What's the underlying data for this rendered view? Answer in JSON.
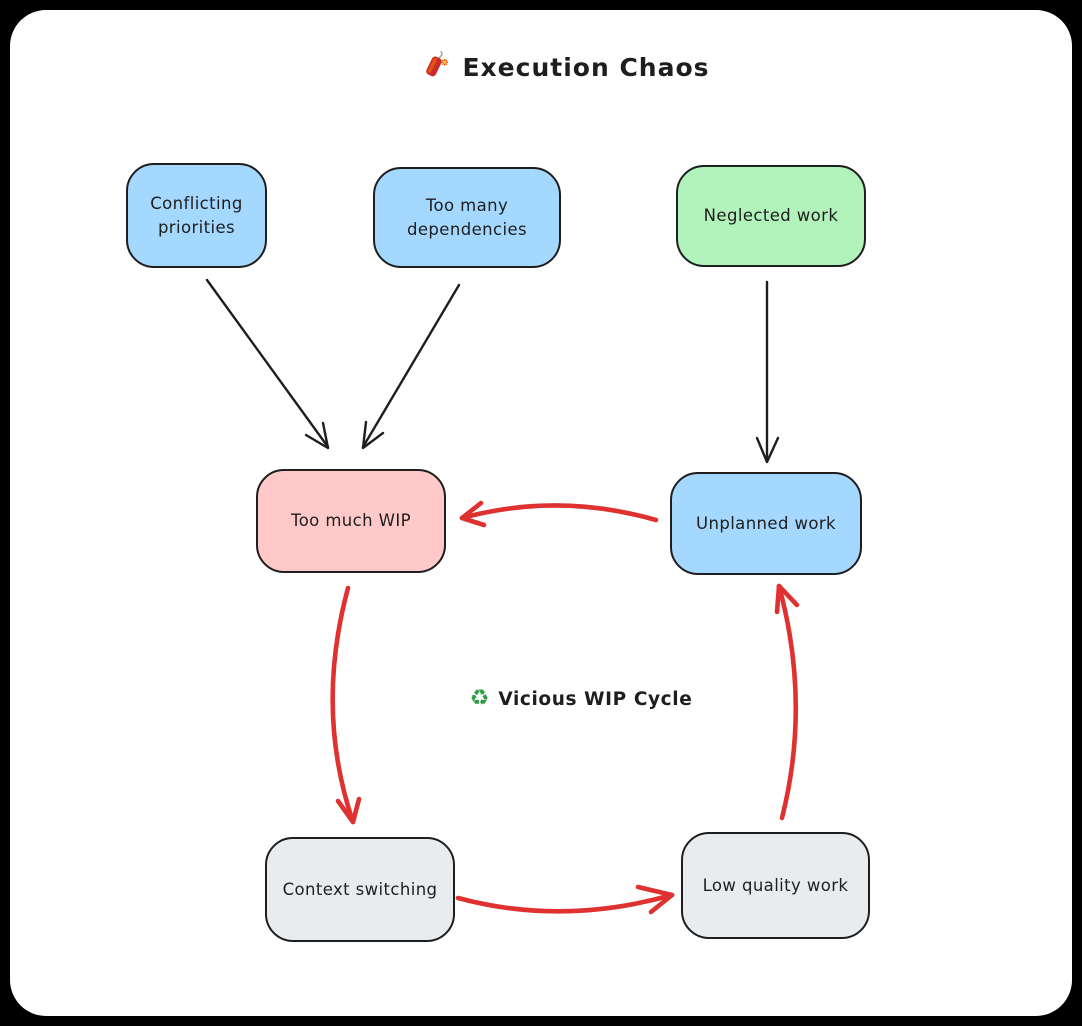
{
  "title": {
    "icon": "firecracker-emoji",
    "text": "Execution Chaos"
  },
  "diagram": {
    "cycle_label": {
      "icon": "recycle-emoji",
      "icon_char": "♻",
      "text": "Vicious WIP Cycle"
    },
    "nodes": [
      {
        "id": "conflicting-priorities",
        "label": "Conflicting priorities",
        "fill": "#a5d8ff"
      },
      {
        "id": "too-many-dependencies",
        "label": "Too many dependencies",
        "fill": "#a5d8ff"
      },
      {
        "id": "neglected-work",
        "label": "Neglected work",
        "fill": "#b2f2bb"
      },
      {
        "id": "too-much-wip",
        "label": "Too much WIP",
        "fill": "#ffc9c9"
      },
      {
        "id": "unplanned-work",
        "label": "Unplanned work",
        "fill": "#a5d8ff"
      },
      {
        "id": "context-switching",
        "label": "Context switching",
        "fill": "#e9ecef"
      },
      {
        "id": "low-quality-work",
        "label": "Low quality work",
        "fill": "#e9ecef"
      }
    ],
    "edges": [
      {
        "from": "conflicting-priorities",
        "to": "too-much-wip",
        "style": "straight",
        "color": "#1e1e1e"
      },
      {
        "from": "too-many-dependencies",
        "to": "too-much-wip",
        "style": "straight",
        "color": "#1e1e1e"
      },
      {
        "from": "neglected-work",
        "to": "unplanned-work",
        "style": "straight",
        "color": "#1e1e1e"
      },
      {
        "from": "unplanned-work",
        "to": "too-much-wip",
        "style": "curved",
        "color": "#e03131"
      },
      {
        "from": "too-much-wip",
        "to": "context-switching",
        "style": "curved",
        "color": "#e03131"
      },
      {
        "from": "context-switching",
        "to": "low-quality-work",
        "style": "curved",
        "color": "#e03131"
      },
      {
        "from": "low-quality-work",
        "to": "unplanned-work",
        "style": "curved",
        "color": "#e03131"
      }
    ]
  },
  "colors": {
    "page_background": "#000000",
    "canvas_background": "#ffffff",
    "ink": "#1e1e1e",
    "cycle_arrow_red": "#e03131",
    "node_blue": "#a5d8ff",
    "node_green": "#b2f2bb",
    "node_pink": "#ffc9c9",
    "node_gray": "#e9ecef",
    "recycle_green": "#2f9e44"
  }
}
